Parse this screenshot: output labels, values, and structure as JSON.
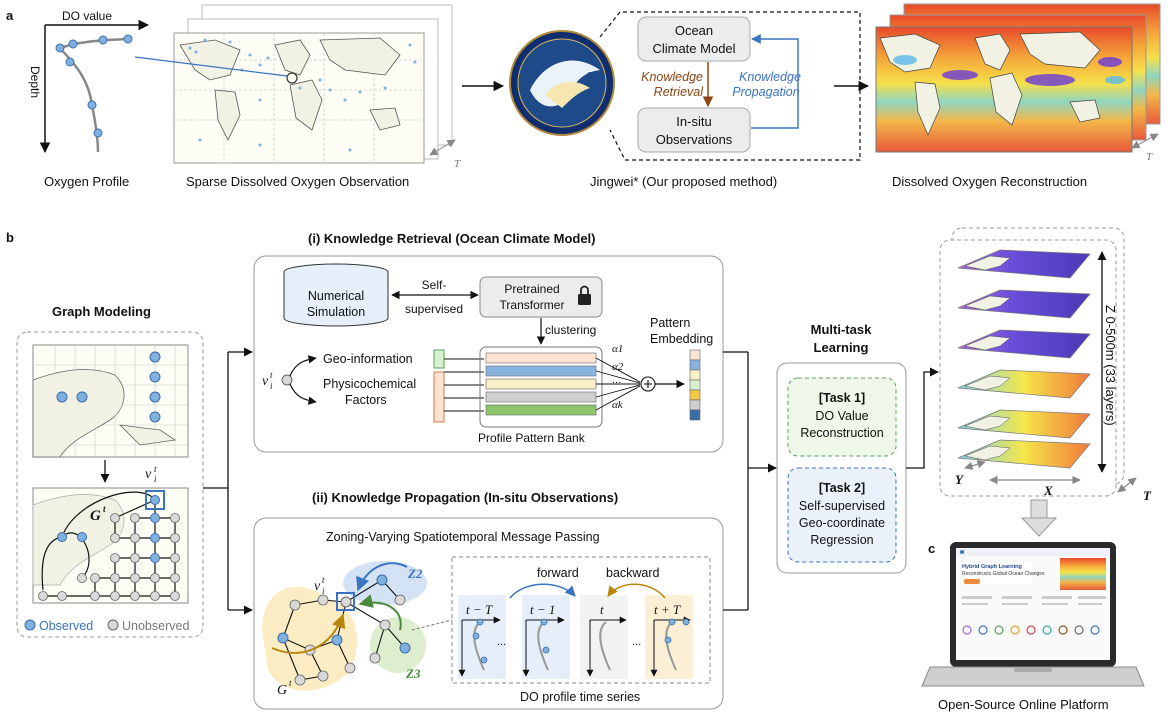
{
  "panel_a": {
    "label": "a",
    "do_value_label": "DO value",
    "depth_label": "Depth",
    "caption_profile": "Oxygen Profile",
    "caption_sparse": "Sparse Dissolved Oxygen Observation",
    "time_label": "T",
    "ocean_model_line1": "Ocean",
    "ocean_model_line2": "Climate Model",
    "insitu_line1": "In-situ",
    "insitu_line2": "Observations",
    "retrieval_line1": "Knowledge",
    "retrieval_line2": "Retrieval",
    "propagation_line1": "Knowledge",
    "propagation_line2": "Propagation",
    "caption_method": "Jingwei* (Our proposed method)",
    "caption_recon": "Dissolved Oxygen Reconstruction",
    "time_label_recon": "T"
  },
  "panel_b": {
    "label": "b",
    "graph_modeling_title": "Graph Modeling",
    "vt_label": "v",
    "gt_label": "G",
    "legend_observed": "Observed",
    "legend_unobserved": "Unobserved",
    "retrieval_title": "(i) Knowledge Retrieval (Ocean Climate Model)",
    "numerical_line1": "Numerical",
    "numerical_line2": "Simulation",
    "self_sup_line1": "Self-",
    "self_sup_line2": "supervised",
    "pretrained_line1": "Pretrained",
    "pretrained_line2": "Transformer",
    "clustering": "clustering",
    "geo_info": "Geo-information",
    "physico_line1": "Physicochemical",
    "physico_line2": "Factors",
    "alpha_labels": [
      "α1",
      "α2",
      "...",
      "αk"
    ],
    "pattern_emb_line1": "Pattern",
    "pattern_emb_line2": "Embedding",
    "bank_label": "Profile Pattern Bank",
    "propagation_title": "(ii) Knowledge Propagation (In-situ Observations)",
    "zoning_title": "Zoning-Varying Spatiotemporal Message Passing",
    "z2_label": "Z2",
    "z3_label": "Z3",
    "forward": "forward",
    "backward": "backward",
    "time_steps": [
      "t − T",
      "t − 1",
      "t",
      "t + T"
    ],
    "ellipsis": "...",
    "series_label": "DO profile time series",
    "multitask_line1": "Multi-task",
    "multitask_line2": "Learning",
    "task1_title": "[Task 1]",
    "task1_line1": "DO Value",
    "task1_line2": "Reconstruction",
    "task2_title": "[Task 2]",
    "task2_line1": "Self-supervised",
    "task2_line2": "Geo-coordinate",
    "task2_line3": "Regression",
    "z_axis_label": "Z 0-500m (33 layers)",
    "y_label": "Y",
    "x_label": "X",
    "t_label": "T"
  },
  "panel_c": {
    "label": "c",
    "screen_title_line1": "Hybrid Graph Learning",
    "screen_title_line2": "Reconstructs Global Ocean Changes",
    "caption": "Open-Source Online Platform"
  },
  "colors": {
    "observed": "#7fb0e0",
    "unobserved": "#d9d9d9",
    "retrieval_brown": "#8b4513",
    "propagation_blue": "#3a74c0",
    "task_green": "#5aa35a",
    "task_blue": "#3a74c0"
  }
}
